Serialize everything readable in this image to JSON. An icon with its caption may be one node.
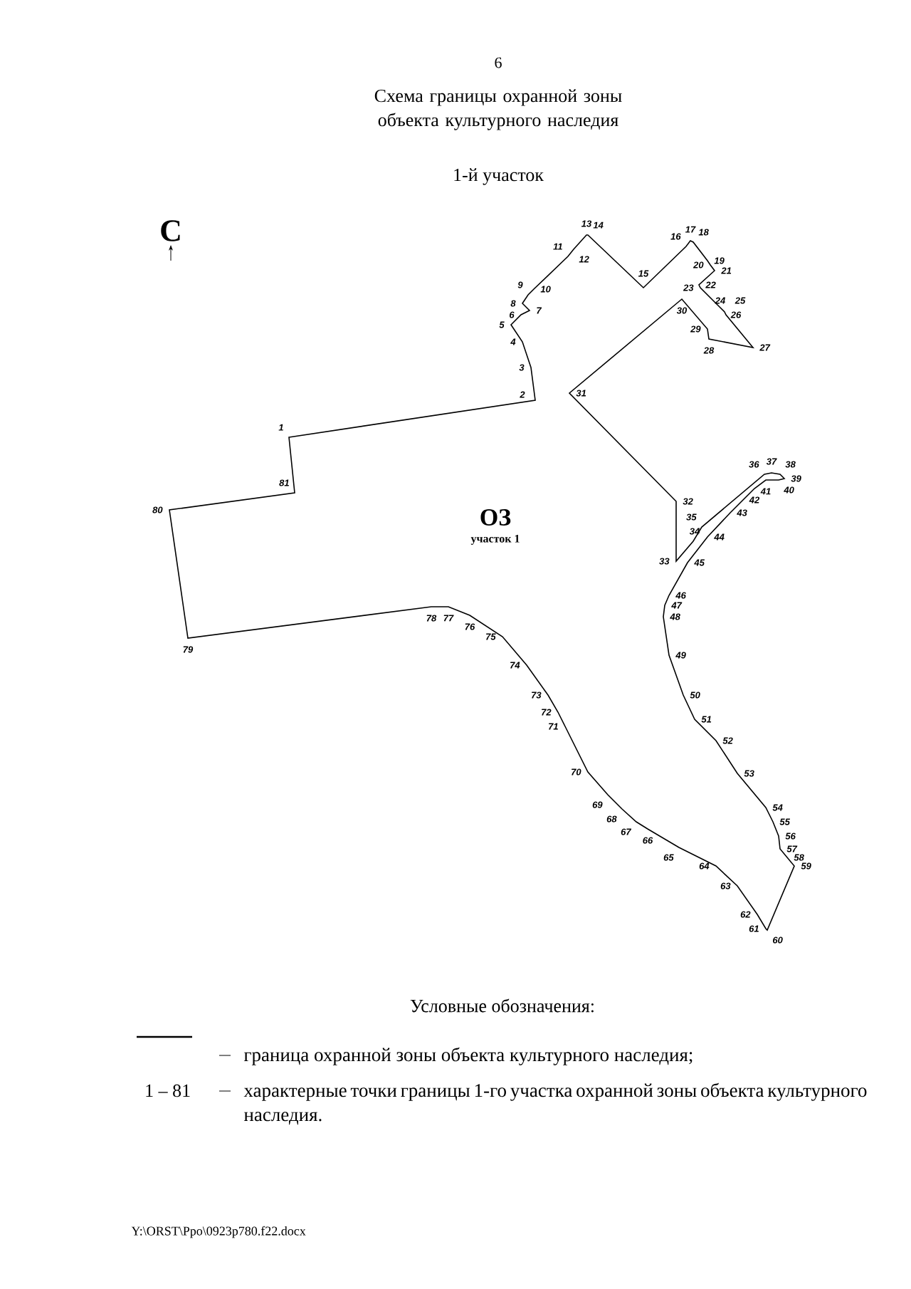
{
  "diagram": {
    "title": "Схема границы охранной зоны объекта культурного наследия",
    "nodes": [
      {
        "text": [
          "ОЗ",
          "участок 1"
        ]
      }
    ],
    "labels": [
      "6",
      "1-й участок",
      "С",
      "1",
      "2",
      "3",
      "4",
      "5",
      "6",
      "7",
      "8",
      "9",
      "10",
      "11",
      "12",
      "13",
      "14",
      "15",
      "16",
      "17",
      "18",
      "19",
      "20",
      "21",
      "22",
      "23",
      "24",
      "25",
      "26",
      "27",
      "28",
      "29",
      "30",
      "31",
      "32",
      "33",
      "34",
      "35",
      "36",
      "37",
      "38",
      "39",
      "40",
      "41",
      "42",
      "43",
      "44",
      "45",
      "46",
      "47",
      "48",
      "49",
      "50",
      "51",
      "52",
      "53",
      "54",
      "55",
      "56",
      "57",
      "58",
      "59",
      "60",
      "61",
      "62",
      "63",
      "64",
      "65",
      "66",
      "67",
      "68",
      "69",
      "70",
      "71",
      "72",
      "73",
      "74",
      "75",
      "76",
      "77",
      "78",
      "79",
      "80",
      "81",
      "Условные обозначения:",
      "1 – 81",
      "Y:\\ORST\\Ppo\\0923p780.f22.docx"
    ],
    "legend": [
      {
        "text": "граница охранной зоны объекта культурного наследия;"
      },
      {
        "text": "характерные точки границы 1-го участка охранной зоны объекта культурного наследия."
      }
    ]
  }
}
